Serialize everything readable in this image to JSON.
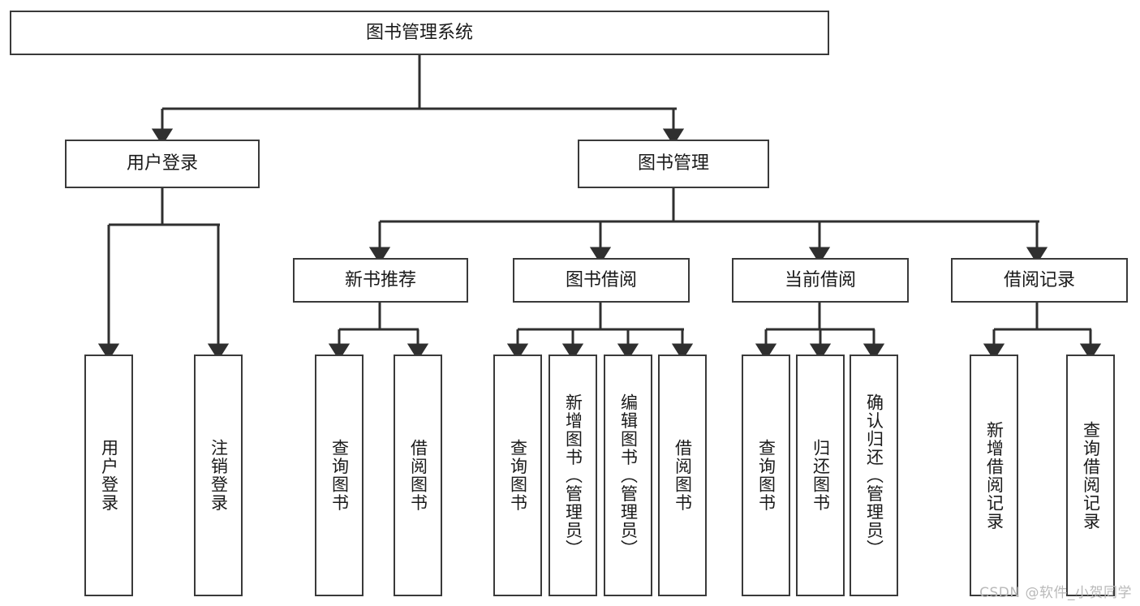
{
  "diagram": {
    "title": "图书管理系统",
    "type": "tree-hierarchy-chart",
    "watermark": "CSDN @软件_小贺同学",
    "colors": {
      "background": "#ffffff",
      "box_border": "#3a3a3a",
      "box_fill": "#ffffff",
      "connector": "#2f2f2f",
      "text": "#1a1a1a",
      "watermark": "#b9b9b9"
    },
    "nodes": {
      "root": {
        "label": "图书管理系统"
      },
      "level1": [
        {
          "id": "user-login",
          "label": "用户登录"
        },
        {
          "id": "book-management",
          "label": "图书管理"
        }
      ],
      "level2": [
        {
          "id": "new-book-recommend",
          "label": "新书推荐"
        },
        {
          "id": "book-borrow",
          "label": "图书借阅"
        },
        {
          "id": "current-borrow",
          "label": "当前借阅"
        },
        {
          "id": "borrow-record",
          "label": "借阅记录"
        }
      ],
      "leaves": {
        "user-login": [
          {
            "id": "leaf-user-login",
            "label": "用户登录"
          },
          {
            "id": "leaf-logout-login",
            "label": "注销登录"
          }
        ],
        "new-book-recommend": [
          {
            "id": "leaf-query-book-1",
            "label": "查询图书"
          },
          {
            "id": "leaf-borrow-book-1",
            "label": "借阅图书"
          }
        ],
        "book-borrow": [
          {
            "id": "leaf-query-book-2",
            "label": "查询图书"
          },
          {
            "id": "leaf-add-book",
            "label": "新增图书（管理员）"
          },
          {
            "id": "leaf-edit-book",
            "label": "编辑图书（管理员）"
          },
          {
            "id": "leaf-borrow-book-2",
            "label": "借阅图书"
          }
        ],
        "current-borrow": [
          {
            "id": "leaf-query-book-3",
            "label": "查询图书"
          },
          {
            "id": "leaf-return-book",
            "label": "归还图书"
          },
          {
            "id": "leaf-confirm-return",
            "label": "确认归还（管理员）"
          }
        ],
        "borrow-record": [
          {
            "id": "leaf-add-record",
            "label": "新增借阅记录"
          },
          {
            "id": "leaf-query-record",
            "label": "查询借阅记录"
          }
        ]
      }
    }
  },
  "chart_data": {
    "type": "table",
    "title": "图书管理系统",
    "structure": [
      {
        "level": 0,
        "label": "图书管理系统",
        "children": [
          "用户登录",
          "图书管理"
        ]
      },
      {
        "level": 1,
        "label": "用户登录",
        "children": [
          "用户登录",
          "注销登录"
        ]
      },
      {
        "level": 1,
        "label": "图书管理",
        "children": [
          "新书推荐",
          "图书借阅",
          "当前借阅",
          "借阅记录"
        ]
      },
      {
        "level": 2,
        "label": "新书推荐",
        "children": [
          "查询图书",
          "借阅图书"
        ]
      },
      {
        "level": 2,
        "label": "图书借阅",
        "children": [
          "查询图书",
          "新增图书（管理员）",
          "编辑图书（管理员）",
          "借阅图书"
        ]
      },
      {
        "level": 2,
        "label": "当前借阅",
        "children": [
          "查询图书",
          "归还图书",
          "确认归还（管理员）"
        ]
      },
      {
        "level": 2,
        "label": "借阅记录",
        "children": [
          "新增借阅记录",
          "查询借阅记录"
        ]
      }
    ]
  }
}
